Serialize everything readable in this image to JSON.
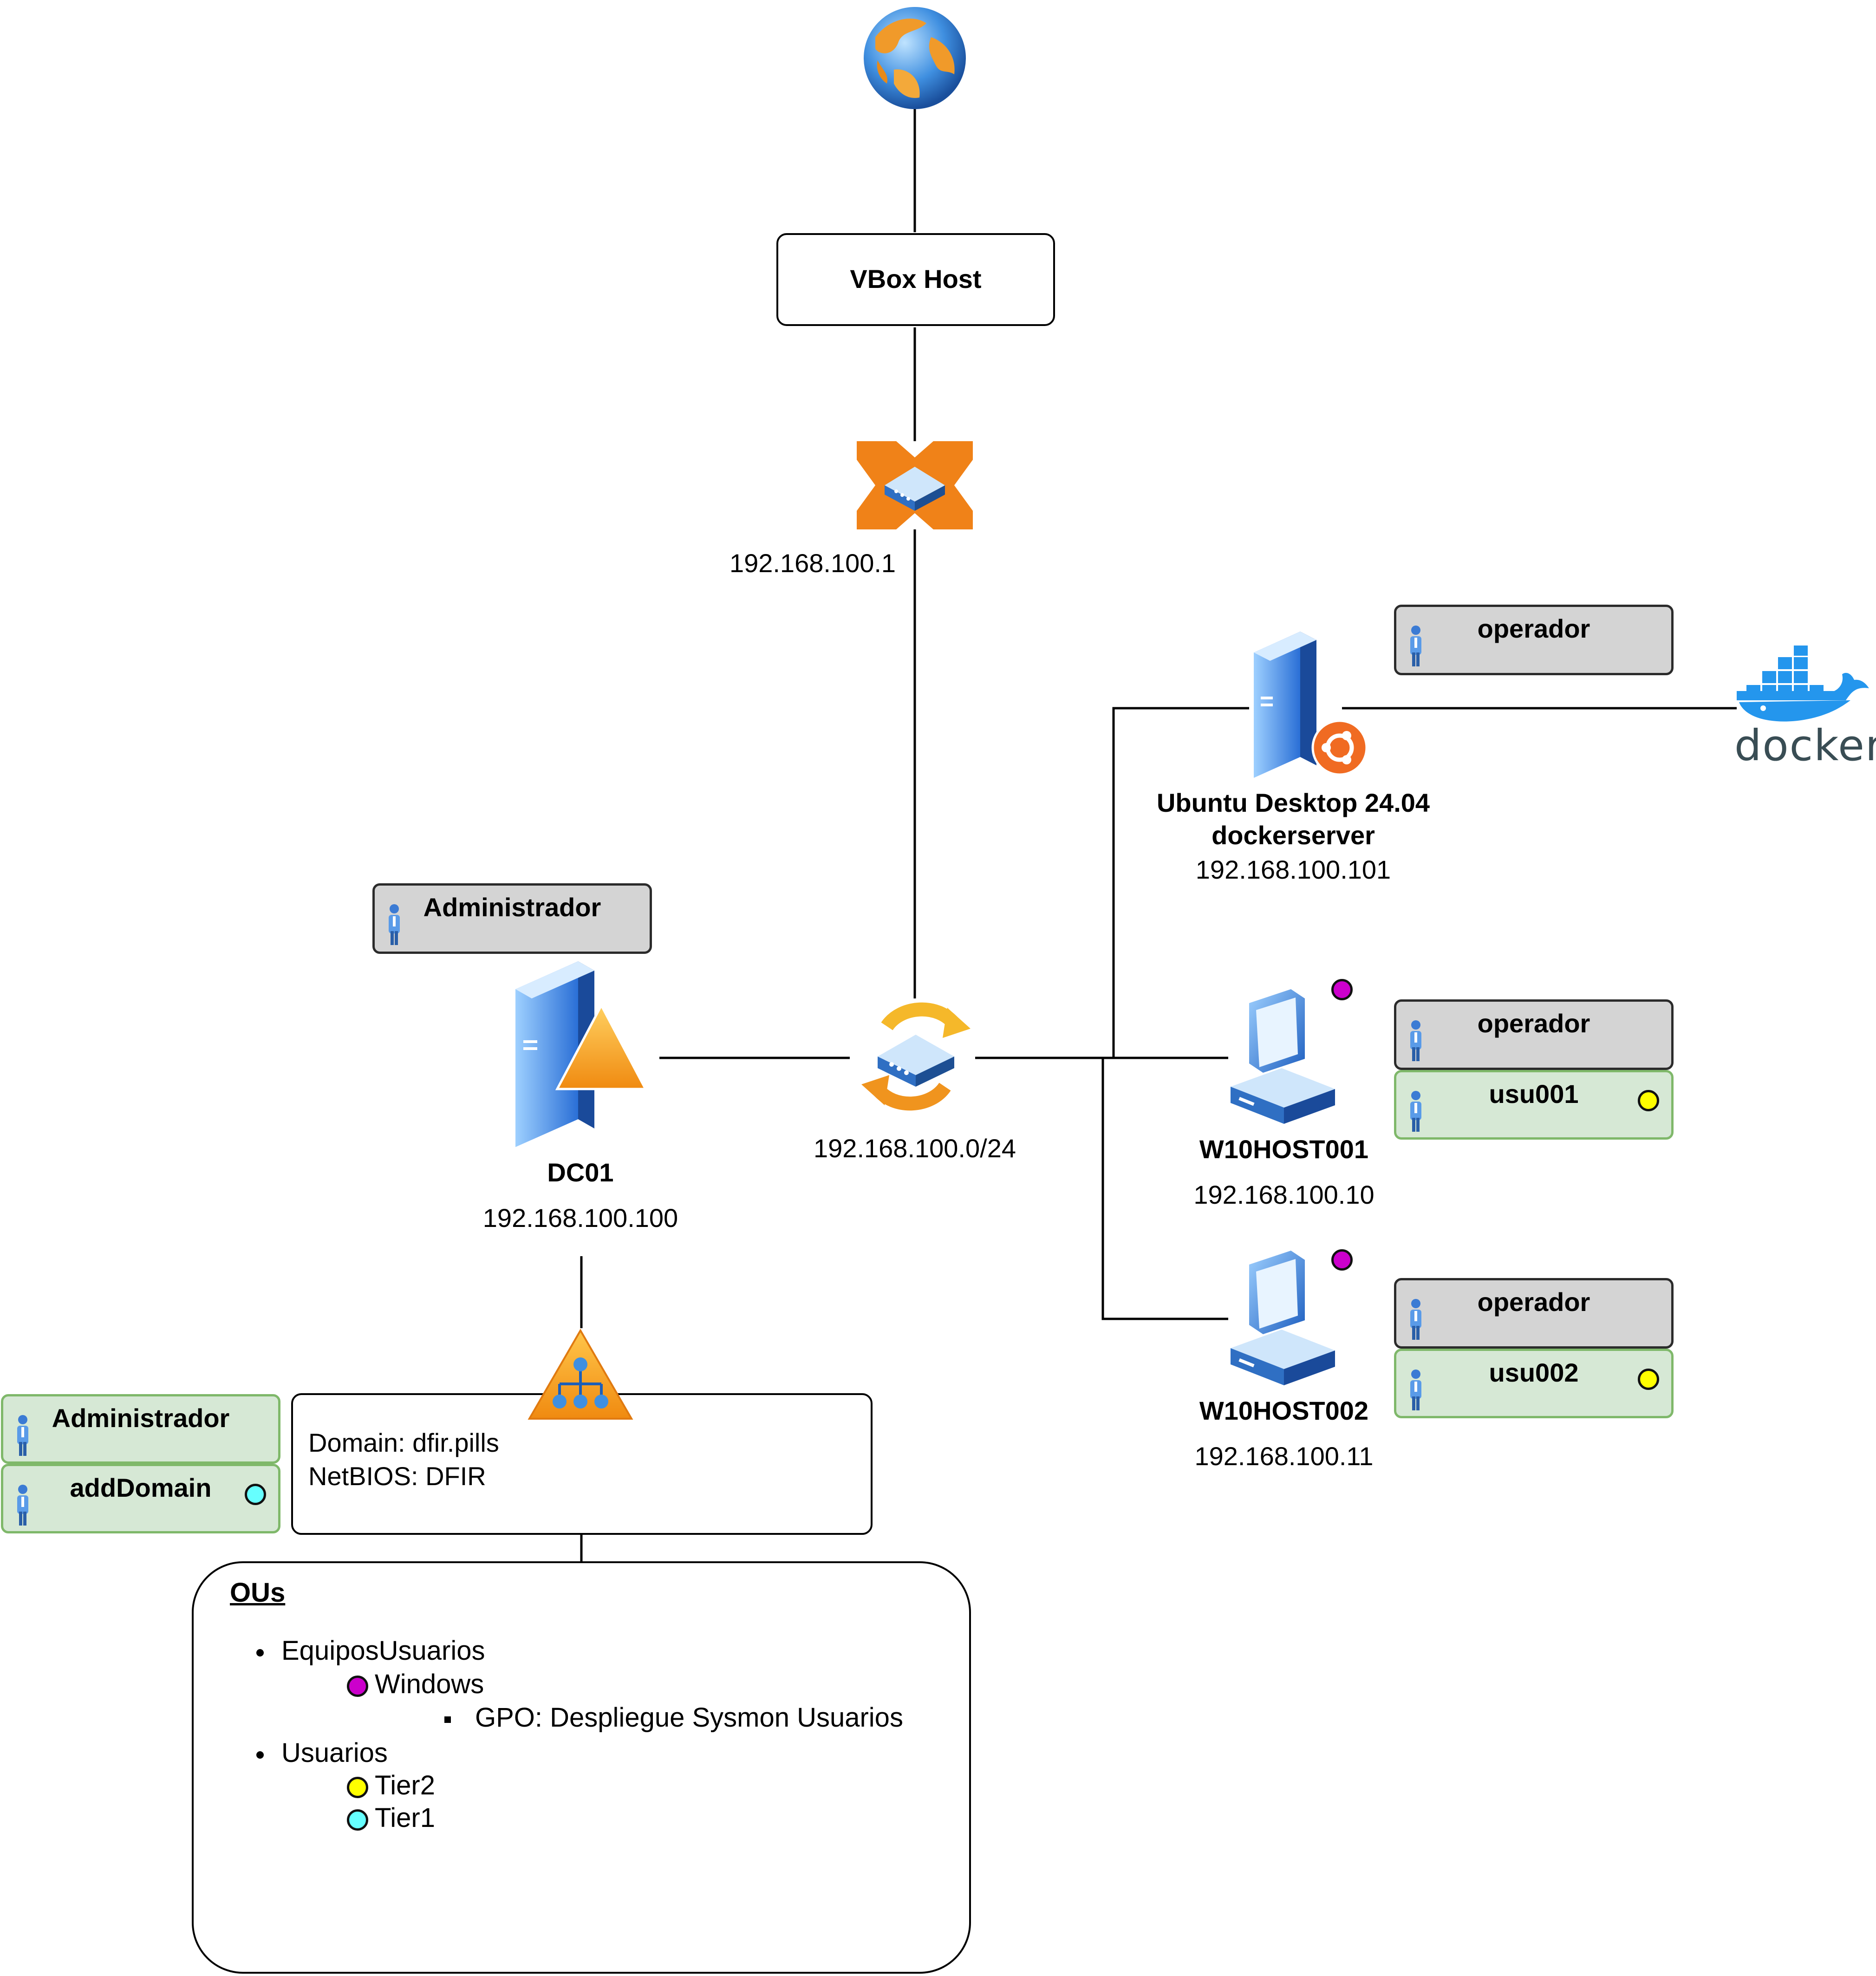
{
  "colors": {
    "windows_ou": "#cc00cc",
    "tier2": "#ffff00",
    "tier1": "#66ffff",
    "user_gray_fill": "#d4d4d4",
    "user_green_fill": "#d6e8d5",
    "user_green_border": "#7fb86a",
    "router_orange": "#f08218",
    "docker_blue": "#2496ed"
  },
  "icons": {
    "internet": "globe-icon",
    "router": "router-icon",
    "switch": "switch-icon",
    "dc": "domain-controller-server-icon",
    "ubuntu": "ubuntu-server-icon",
    "workstation": "workstation-pc-icon",
    "domain": "active-directory-domain-icon",
    "docker": "docker-logo",
    "user": "user-icon"
  },
  "vbox_host": {
    "label": "VBox Host"
  },
  "router": {
    "ip": "192.168.100.1"
  },
  "switch": {
    "subnet": "192.168.100.0/24"
  },
  "dc01": {
    "name": "DC01",
    "ip": "192.168.100.100",
    "user": "Administrador"
  },
  "ubuntu": {
    "name_line1": "Ubuntu Desktop 24.04",
    "name_line2": "dockerserver",
    "ip": "192.168.100.101",
    "user": "operador",
    "docker_text": "docker"
  },
  "w10host001": {
    "name": "W10HOST001",
    "ip": "192.168.100.10",
    "users": [
      "operador",
      "usu001"
    ]
  },
  "w10host002": {
    "name": "W10HOST002",
    "ip": "192.168.100.11",
    "users": [
      "operador",
      "usu002"
    ]
  },
  "domain": {
    "line1": "Domain: dfir.pills",
    "line2": "NetBIOS: DFIR",
    "users": [
      "Administrador",
      "addDomain"
    ]
  },
  "ous": {
    "title": "OUs",
    "items": [
      {
        "label": "EquiposUsuarios"
      },
      {
        "label": "Windows"
      },
      {
        "label": "GPO: Despliegue Sysmon Usuarios"
      },
      {
        "label": "Usuarios"
      },
      {
        "label": "Tier2"
      },
      {
        "label": "Tier1"
      }
    ]
  }
}
